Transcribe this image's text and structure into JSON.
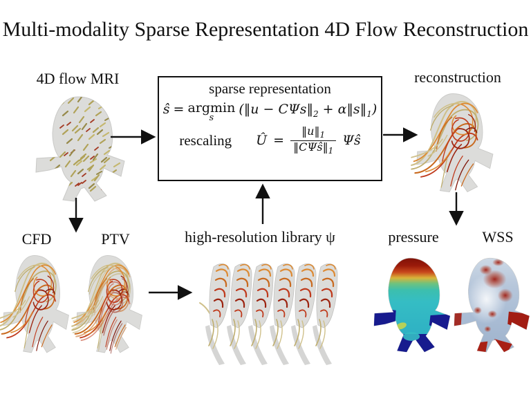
{
  "title": "Multi-modality Sparse Representation 4D Flow Reconstruction",
  "labels": {
    "mri": "4D flow MRI",
    "reconstruction": "reconstruction",
    "cfd": "CFD",
    "ptv": "PTV",
    "library": "high-resolution library ψ",
    "pressure": "pressure",
    "wss": "WSS"
  },
  "sparse_box": {
    "heading": "sparse representation",
    "eq1": {
      "lhs": "ŝ",
      "rel": "=",
      "op": "argmin",
      "op_sub": "s",
      "body_open": "(‖u − CΨs‖",
      "sub_2": "2",
      "body_mid": " + α‖s‖",
      "sub_1": "1",
      "body_close": ")"
    },
    "eq2": {
      "label": "rescaling",
      "lhs": "Û",
      "rel": "=",
      "num": "‖u‖",
      "num_sub": "1",
      "den": "‖CΨŝ‖",
      "den_sub": "1",
      "tail": "Ψŝ"
    }
  },
  "colors": {
    "streamline_khaki": "#cfc08a",
    "streamline_orange": "#dd8a33",
    "streamline_red": "#bf3a1c",
    "vessel_gray": "#dcdcda",
    "pressure_high": "#801208",
    "pressure_mid": "#35bdc4",
    "pressure_low": "#171b8e",
    "wss_high": "#a21d13",
    "wss_low": "#aabdd5",
    "arrow": "#111111"
  }
}
